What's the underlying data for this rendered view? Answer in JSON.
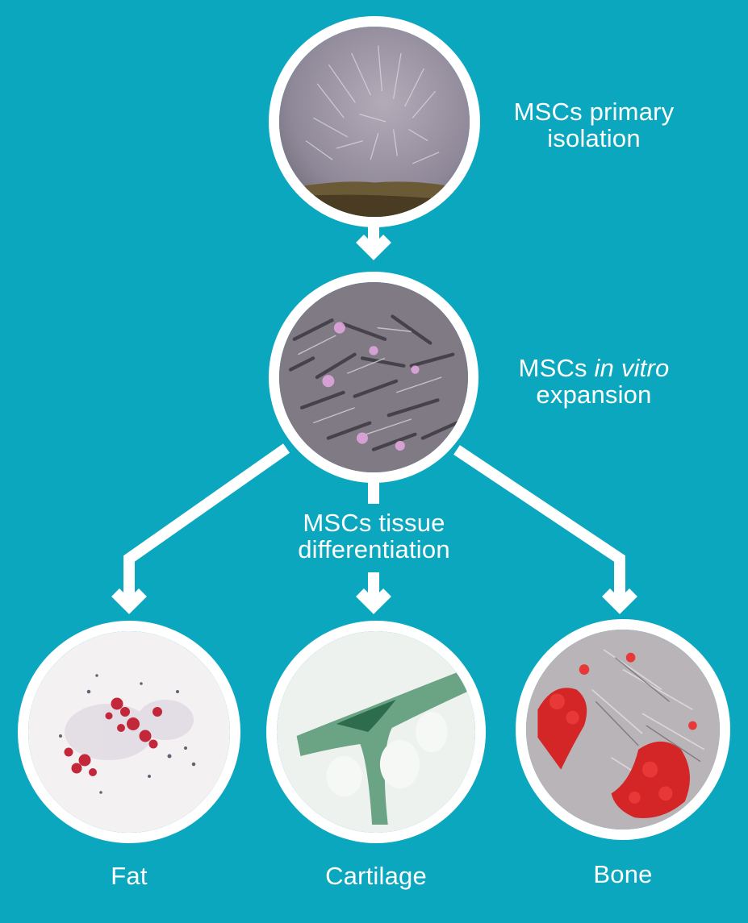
{
  "colors": {
    "background": "#0aa7bf",
    "connector": "#ffffff",
    "label": "#ffffff"
  },
  "stages": {
    "primary": {
      "label_line1": "MSCs primary",
      "label_line2": "isolation"
    },
    "expansion": {
      "label_prefix": "MSCs ",
      "label_italic": "in vitro",
      "label_line2": "expansion"
    },
    "differentiation": {
      "label_line1": "MSCs tissue",
      "label_line2": "differentiation"
    }
  },
  "outcomes": [
    {
      "label": "Fat"
    },
    {
      "label": "Cartilage"
    },
    {
      "label": "Bone"
    }
  ]
}
